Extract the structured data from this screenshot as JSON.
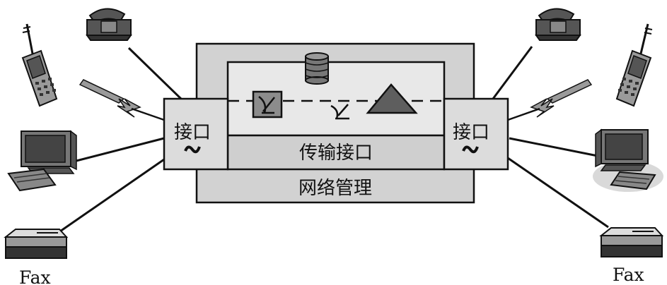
{
  "labels": {
    "left_interface": "接口",
    "right_interface": "接口",
    "transmission_interface": "传输接口",
    "network_management": "网络管理",
    "left_fax": "Fax",
    "right_fax": "Fax"
  }
}
